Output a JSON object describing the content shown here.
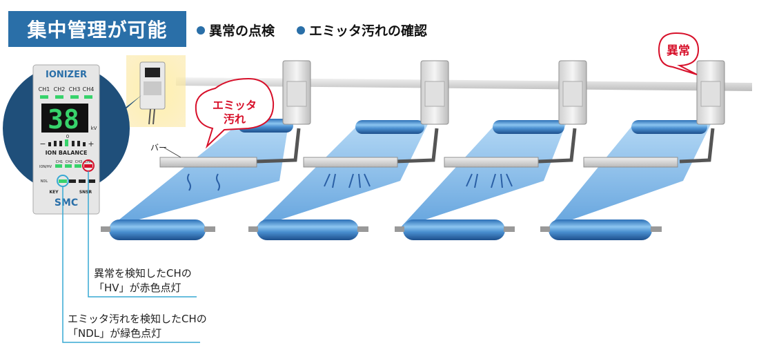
{
  "header": {
    "title": "集中管理が可能",
    "bullets": [
      "異常の点検",
      "エミッタ汚れの確認"
    ]
  },
  "controller": {
    "brand_top": "IONIZER",
    "channels": [
      "CH1",
      "CH2",
      "CH3",
      "CH4"
    ],
    "display_value": "38",
    "display_unit": "kV",
    "scale_zero": "0",
    "scale_minus": "−",
    "scale_plus": "+",
    "balance_label": "ION BALANCE",
    "ion_hv_label": "ION/HV",
    "ndl_label": "NDL",
    "key_label": "KEY",
    "snsr_label": "SNSR",
    "brand_logo": "SMC",
    "small_channels": [
      "CH1",
      "CH2",
      "CH3",
      "CH4"
    ]
  },
  "callouts": {
    "emitter_dirty": [
      "エミッタ",
      "汚れ"
    ],
    "abnormal": "異常",
    "bar_label": "バー"
  },
  "notes": {
    "hv_note": [
      "異常を検知したCHの",
      "「HV」が赤色点灯"
    ],
    "ndl_note": [
      "エミッタ汚れを検知したCHの",
      "「NDL」が緑色点灯"
    ]
  },
  "colors": {
    "brand_blue": "#2a6fa8",
    "alert_red": "#d7102a",
    "led_green": "#37d36b",
    "film_blue": "#7fb6e6"
  }
}
